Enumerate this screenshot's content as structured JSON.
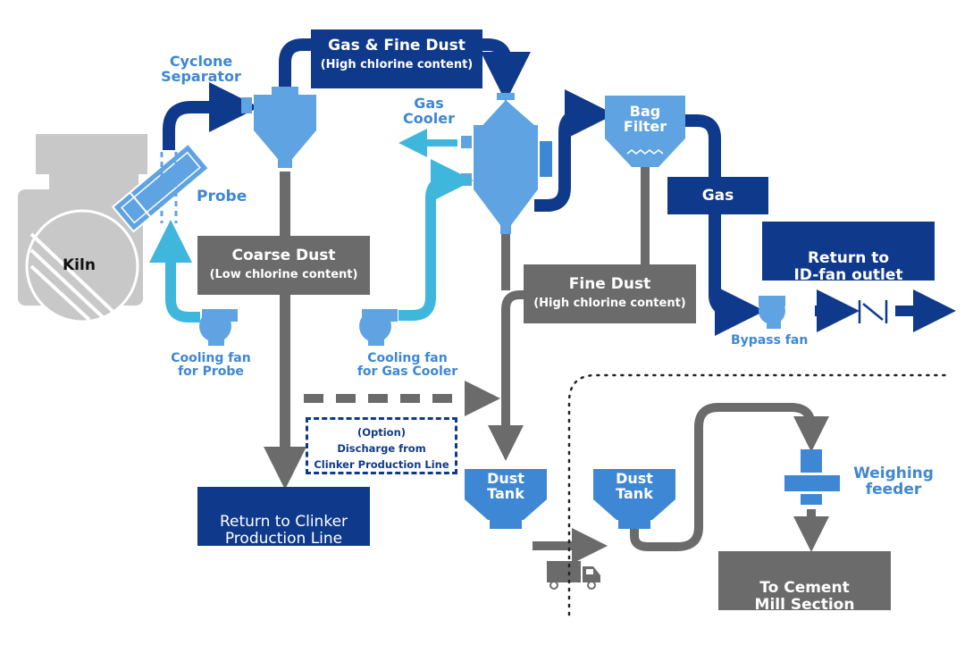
{
  "labels": {
    "kiln": "Kiln",
    "cyclone_separator": "Cyclone\nSeparator",
    "probe": "Probe",
    "gas_cooler": "Gas\nCooler",
    "bag_filter": "Bag\nFilter",
    "cooling_fan_probe": "Cooling fan\nfor Probe",
    "cooling_fan_gas_cooler": "Cooling fan\nfor Gas Cooler",
    "bypass_fan": "Bypass fan",
    "dust_tank_1": "Dust\nTank",
    "dust_tank_2": "Dust\nTank",
    "weighing_feeder": "Weighing\nfeeder"
  },
  "boxes": {
    "gas_fine_dust": {
      "title": "Gas & Fine Dust",
      "subtitle": "(High chlorine content)"
    },
    "coarse_dust": {
      "title": "Coarse Dust",
      "subtitle": "(Low chlorine content)"
    },
    "fine_dust": {
      "title": "Fine Dust",
      "subtitle": "(High chlorine content)"
    },
    "gas": {
      "title": "Gas"
    },
    "return_id_fan": {
      "title": "Return to\nID-fan outlet"
    },
    "return_clinker": {
      "title": "Return to Clinker\nProduction Line"
    },
    "option_discharge": {
      "line1": "(Option)",
      "line2": "Discharge from",
      "line3": "Clinker Production Line"
    },
    "cement_mill": {
      "title": "To Cement\nMill Section"
    }
  },
  "colors": {
    "navy": "#0f3a8c",
    "mid_blue": "#3d87d4",
    "light_blue": "#5fa3e3",
    "cyan": "#3fb6dc",
    "gray": "#6b6b6b",
    "kiln_gray": "#c8c8c8"
  }
}
